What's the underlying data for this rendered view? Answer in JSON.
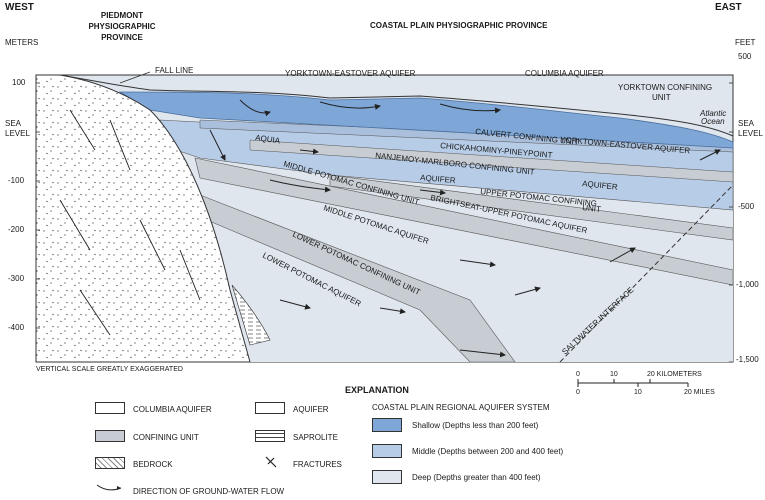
{
  "header": {
    "west": "WEST",
    "east": "EAST",
    "piedmont": [
      "PIEDMONT",
      "PHYSIOGRAPHIC",
      "PROVINCE"
    ],
    "coastal": "COASTAL PLAIN PHYSIOGRAPHIC PROVINCE",
    "meters": "METERS",
    "feet": "FEET"
  },
  "left_axis": {
    "ticks": [
      "100",
      "SEA",
      "LEVEL",
      "-100",
      "-200",
      "-300",
      "-400"
    ]
  },
  "right_axis": {
    "ticks": [
      "500",
      "SEA",
      "LEVEL",
      "-500",
      "-1,000",
      "-1,500"
    ]
  },
  "labels": {
    "fall_line": "FALL LINE",
    "yorktown_eastover_top": "YORKTOWN-EASTOVER AQUIFER",
    "columbia": "COLUMBIA AQUIFER",
    "yorktown_confining": [
      "YORKTOWN CONFINING",
      "UNIT"
    ],
    "atlantic": [
      "Atlantic",
      "Ocean"
    ],
    "calvert": "CALVERT CONFINING UNIT",
    "yorktown_eastover_right": "YORKTOWN-EASTOVER AQUIFER",
    "chickahominy": "CHICKAHOMINY-PINEYPOINT",
    "aquia": "AQUIA",
    "nanjemoy": "NANJEMOY-MARLBORO CONFINING UNIT",
    "aquifer_1": "AQUIFER",
    "aquifer_2": "AQUIFER",
    "middle_pcu": "MIDDLE POTOMAC CONFINING UNIT",
    "upper_pcu": "UPPER POTOMAC CONFINING",
    "unit_small": "UNIT",
    "brightseat": "BRIGHTSEAT-UPPER POTOMAC AQUIFER",
    "middle_pa": "MIDDLE POTOMAC AQUIFER",
    "lower_pcu": "LOWER POTOMAC CONFINING UNIT",
    "lower_pa": "LOWER POTOMAC AQUIFER",
    "saltwater": "SALTWATER INTERFACE",
    "vertical_scale": "VERTICAL SCALE GREATLY EXAGGERATED"
  },
  "scale": {
    "top_ticks": [
      "0",
      "10",
      "20 KILOMETERS"
    ],
    "bottom_ticks": [
      "0",
      "10",
      "20 MILES"
    ]
  },
  "legend": {
    "title": "EXPLANATION",
    "items": [
      {
        "label": "COLUMBIA AQUIFER"
      },
      {
        "label": "AQUIFER"
      },
      {
        "label": "CONFINING UNIT"
      },
      {
        "label": "SAPROLITE"
      },
      {
        "label": "BEDROCK"
      },
      {
        "label": "FRACTURES"
      },
      {
        "label": "DIRECTION OF GROUND-WATER FLOW"
      }
    ],
    "system_title": "COASTAL PLAIN REGIONAL AQUIFER SYSTEM",
    "system": [
      {
        "label": "Shallow (Depths less than 200 feet)",
        "color": "#7ea7d8"
      },
      {
        "label": "Middle (Depths between 200 and 400 feet)",
        "color": "#b7cce6"
      },
      {
        "label": "Deep (Depths greater than 400 feet)",
        "color": "#dfe6ee"
      }
    ]
  },
  "colors": {
    "shallow": "#7ea7d8",
    "middle": "#b7cce6",
    "deep": "#dfe6ee",
    "confining": "#c8cdd3"
  }
}
